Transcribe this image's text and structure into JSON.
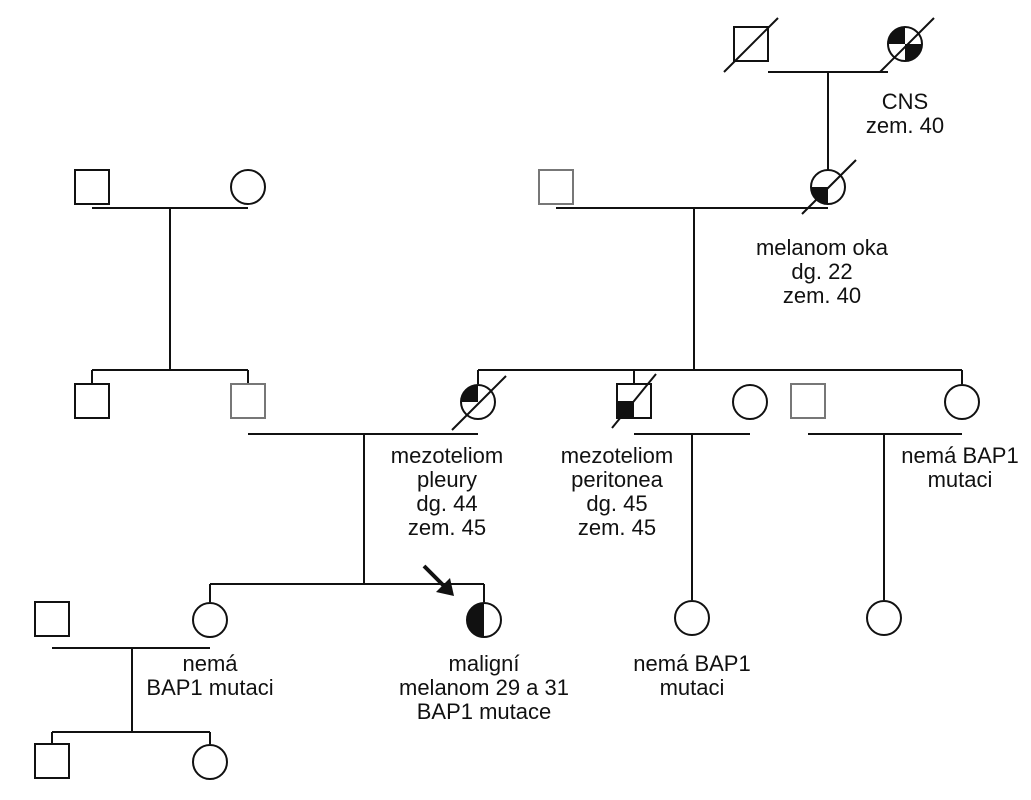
{
  "labels": {
    "gp_maternal_mother": "CNS\nzem. 40",
    "grandmother": "melanom oka\ndg. 22\nzem. 40",
    "mother": "mezoteliom\npleury\ndg. 44\nzem. 45",
    "uncle": "mezoteliom\nperitonea\ndg. 45\nzem. 45",
    "aunt2": "nemá BAP1\nmutaci",
    "sister": "nemá\nBAP1 mutaci",
    "proband": "maligní\nmelanom 29 a 31\nBAP1 mutace",
    "cousin1": "nemá BAP1\nmutaci"
  },
  "colors": {
    "line": "#111111",
    "fill": "#111111",
    "stroke_grey": "#777777"
  }
}
